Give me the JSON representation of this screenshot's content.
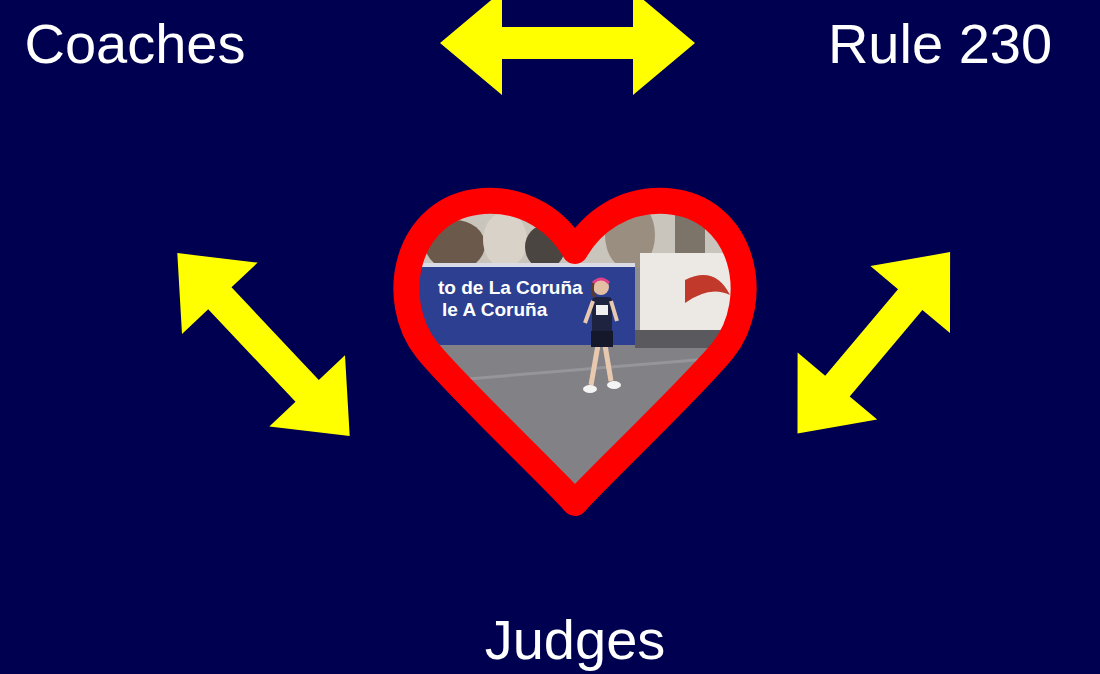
{
  "diagram": {
    "nodes": [
      {
        "text": [
          "Coaches"
        ]
      },
      {
        "text": [
          "Rule 230"
        ]
      },
      {
        "text": [
          "Judges"
        ]
      }
    ],
    "edges": [
      {
        "from": 0,
        "to": 1,
        "arrow": "both"
      },
      {
        "from": 0,
        "to": 2,
        "arrow": "both"
      },
      {
        "from": 1,
        "to": 2,
        "arrow": "both"
      }
    ],
    "labels": [
      "to de La Coruña",
      "le A Coruña"
    ]
  }
}
